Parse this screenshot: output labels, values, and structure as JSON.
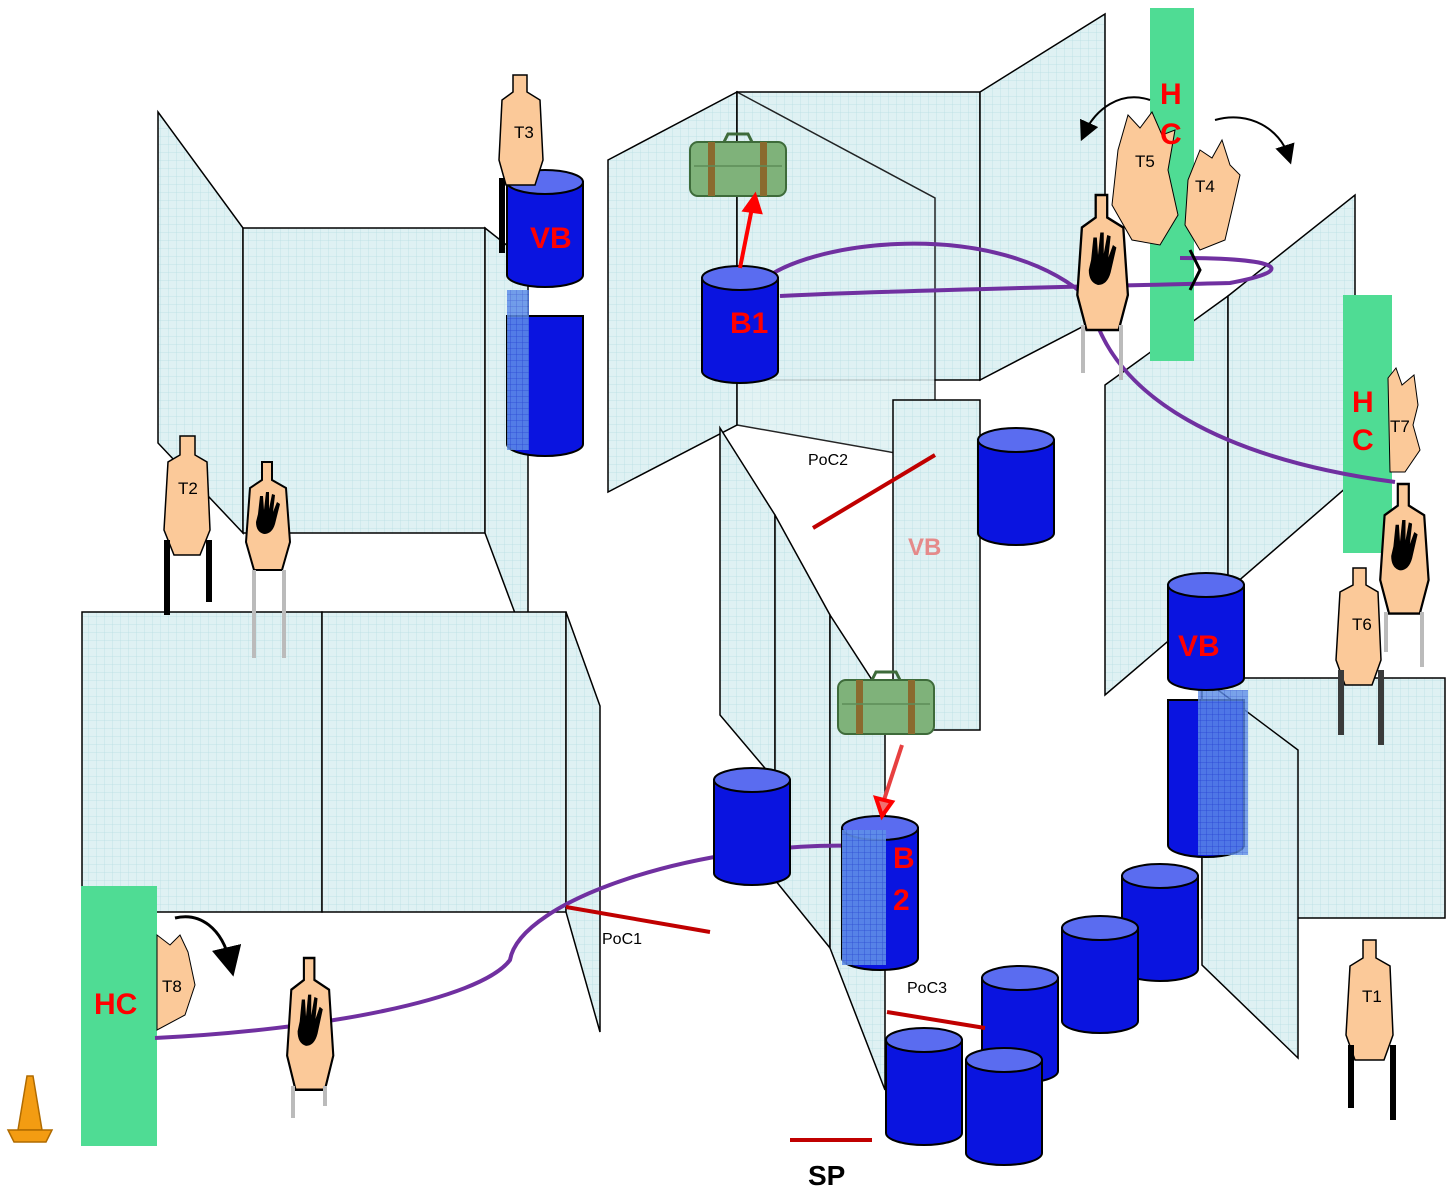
{
  "labels": {
    "vb_top_left": "VB",
    "vb_center_faded": "VB",
    "vb_right": "VB",
    "b1": "B1",
    "b2_line1": "B",
    "b2_line2": "2",
    "hc_top_line1": "H",
    "hc_top_line2": "C",
    "hc_right_line1": "H",
    "hc_right_line2": "C",
    "hc_left": "HC",
    "poc1": "PoC1",
    "poc2": "PoC2",
    "poc3": "PoC3",
    "sp": "SP"
  },
  "targets": {
    "t1": "T1",
    "t2": "T2",
    "t3": "T3",
    "t4": "T4",
    "t5": "T5",
    "t6": "T6",
    "t7": "T7",
    "t8": "T8"
  },
  "colors": {
    "wall_fill": "#dff1f3",
    "wall_grid": "#b8dde2",
    "barrel_fill": "#0a14e0",
    "barrel_top": "#5a6cf0",
    "hard_cover": "#4fdc94",
    "target_fill": "#fbc999",
    "path_purple": "#7030a0",
    "fault_line_red": "#c00000",
    "label_red": "#ff0000"
  }
}
